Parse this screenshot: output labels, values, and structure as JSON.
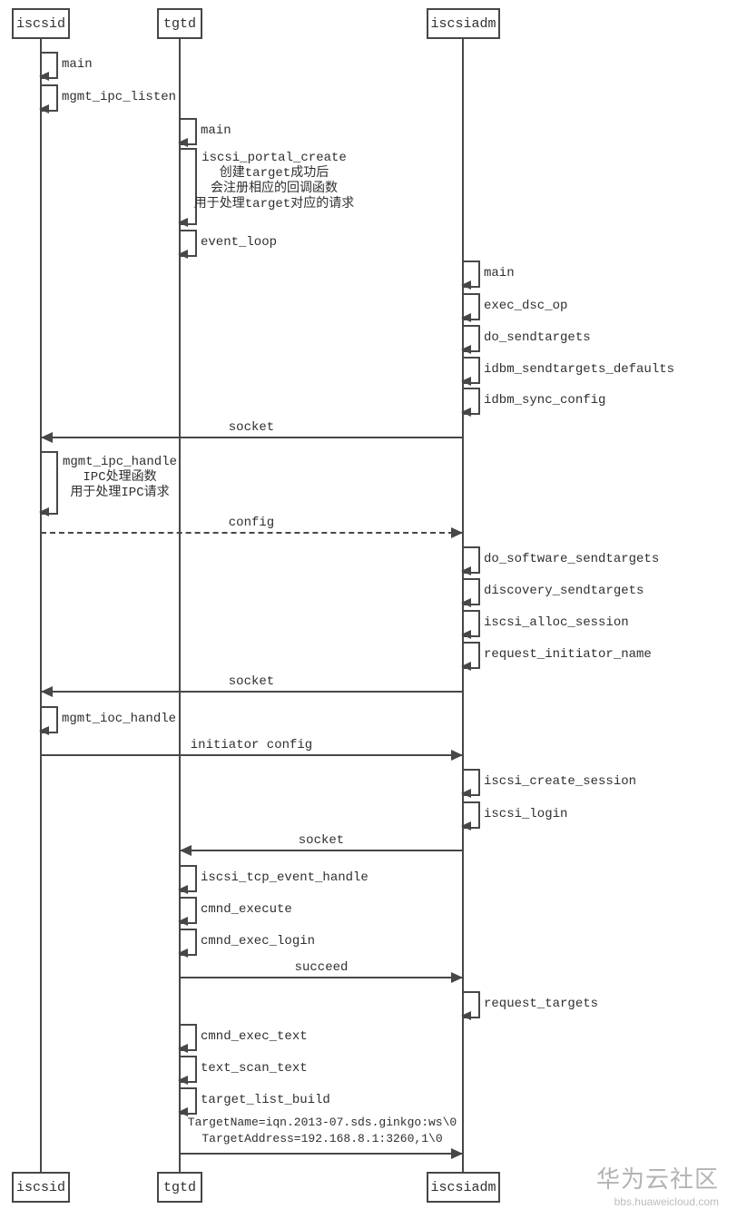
{
  "participants": {
    "iscsid": "iscsid",
    "tgtd": "tgtd",
    "iscsiadm": "iscsiadm"
  },
  "self_calls": {
    "iscsid_main": "main",
    "mgmt_ipc_listen": "mgmt_ipc_listen",
    "tgtd_main": "main",
    "event_loop": "event_loop",
    "iscsiadm_main": "main",
    "exec_dsc_op": "exec_dsc_op",
    "do_sendtargets": "do_sendtargets",
    "idbm_sendtargets_defaults": "idbm_sendtargets_defaults",
    "idbm_sync_config": "idbm_sync_config",
    "do_software_sendtargets": "do_software_sendtargets",
    "discovery_sendtargets": "discovery_sendtargets",
    "iscsi_alloc_session": "iscsi_alloc_session",
    "request_initiator_name": "request_initiator_name",
    "mgmt_ioc_handle": "mgmt_ioc_handle",
    "iscsi_create_session": "iscsi_create_session",
    "iscsi_login": "iscsi_login",
    "iscsi_tcp_event_handle": "iscsi_tcp_event_handle",
    "cmnd_execute": "cmnd_execute",
    "cmnd_exec_login": "cmnd_exec_login",
    "request_targets": "request_targets",
    "cmnd_exec_text": "cmnd_exec_text",
    "text_scan_text": "text_scan_text",
    "target_list_build": "target_list_build"
  },
  "messages": {
    "socket_to_iscsid_1": "socket",
    "config": "config",
    "socket_to_iscsid_2": "socket",
    "initiator_config": "initiator config",
    "socket_to_tgtd": "socket",
    "succeed": "succeed"
  },
  "notes": {
    "portal_create": {
      "line1": "iscsi_portal_create",
      "line2": "创建target成功后",
      "line3": "会注册相应的回调函数",
      "line4": "用于处理target对应的请求"
    },
    "ipc_handle": {
      "line1": "mgmt_ipc_handle",
      "line2": "IPC处理函数",
      "line3": "用于处理IPC请求"
    },
    "target_info": {
      "line1": "TargetName=iqn.2013-07.sds.ginkgo:ws\\0",
      "line2": "TargetAddress=192.168.8.1:3260,1\\0"
    }
  },
  "watermark": {
    "title": "华为云社区",
    "subtitle": "bbs.huaweicloud.com"
  },
  "colors": {
    "line": "#474747",
    "text": "#2f2f2f",
    "watermark": "#b3b3b3"
  }
}
